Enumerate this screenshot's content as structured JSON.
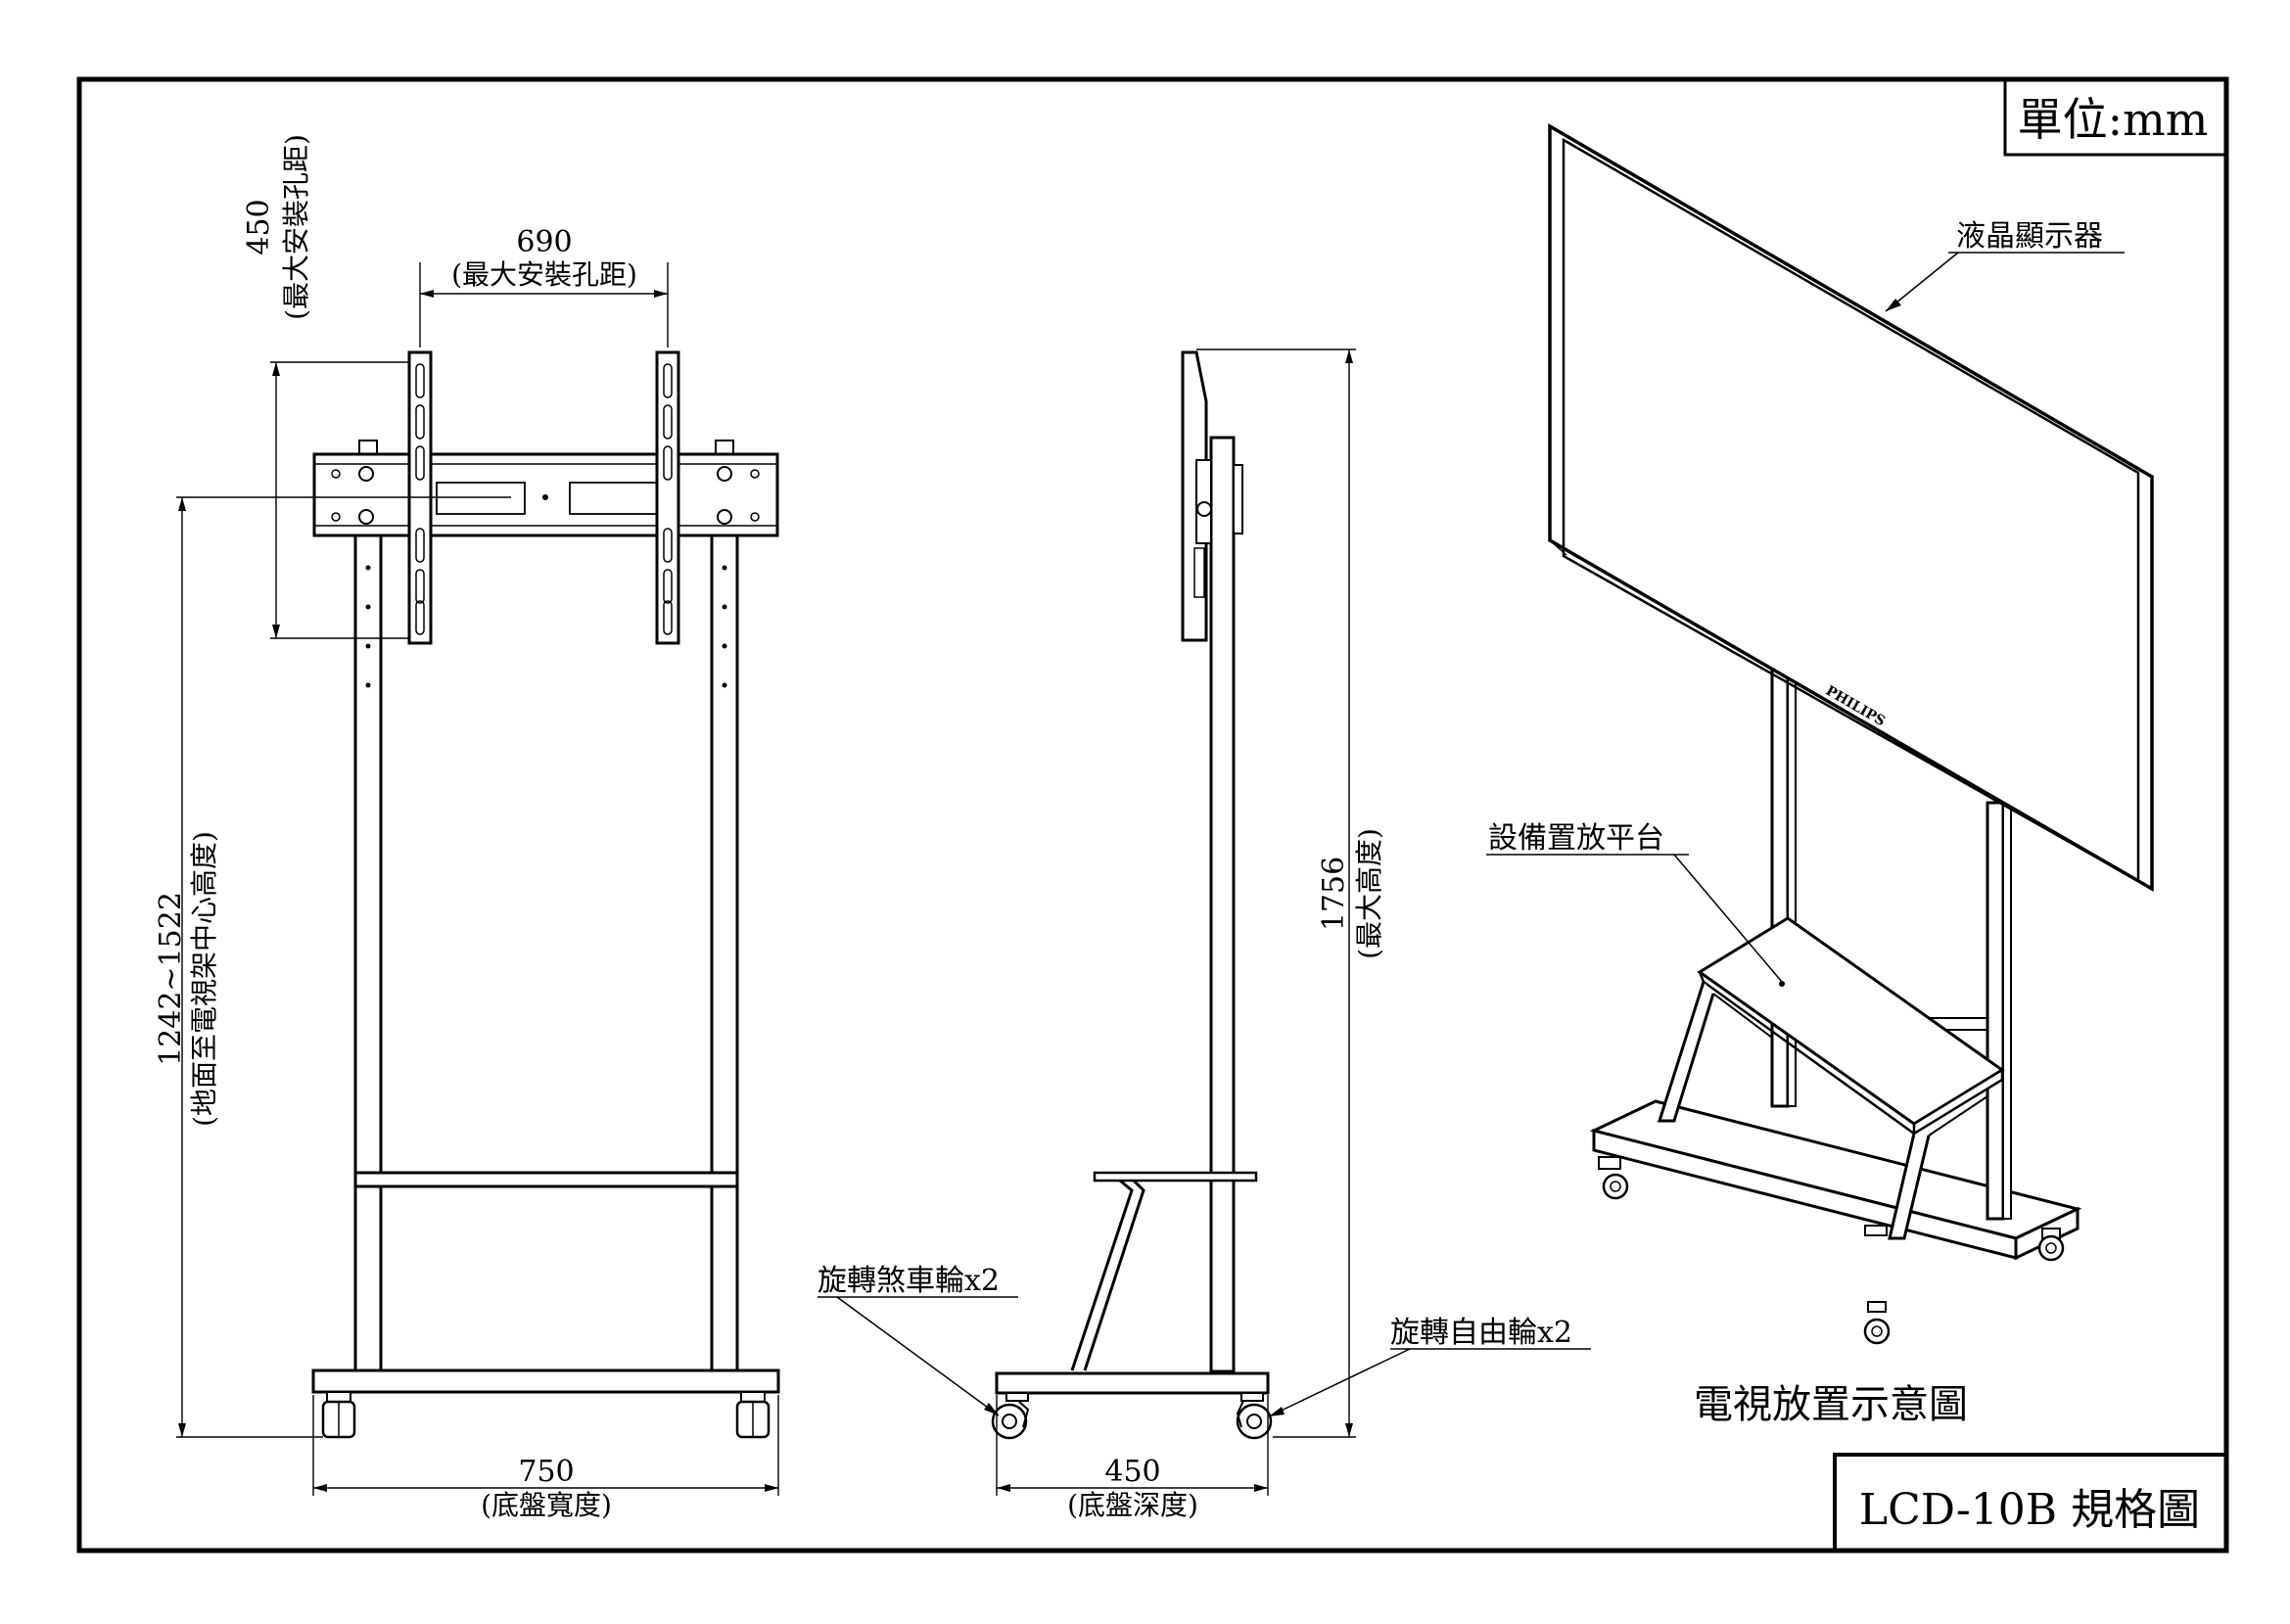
{
  "sheet": {
    "unit_label": "單位:mm",
    "title_label": "LCD-10B 規格圖"
  },
  "front_view": {
    "hole_width_value": "690",
    "hole_width_note": "(最大安裝孔距)",
    "hole_height_value": "450",
    "hole_height_note": "(最大安裝孔距)",
    "center_height_value": "1242~1522",
    "center_height_note": "(地面至電視架中心高度)",
    "base_width_value": "750",
    "base_width_note": "(底盤寬度)"
  },
  "side_view": {
    "max_height_value": "1756",
    "max_height_note": "(最大高度)",
    "base_depth_value": "450",
    "base_depth_note": "(底盤深度)",
    "brake_caster_label": "旋轉煞車輪x2",
    "free_caster_label": "旋轉自由輪x2"
  },
  "iso_view": {
    "lcd_label": "液晶顯示器",
    "brand_text": "PHILIPS",
    "shelf_label": "設備置放平台",
    "caption": "電視放置示意圖"
  }
}
